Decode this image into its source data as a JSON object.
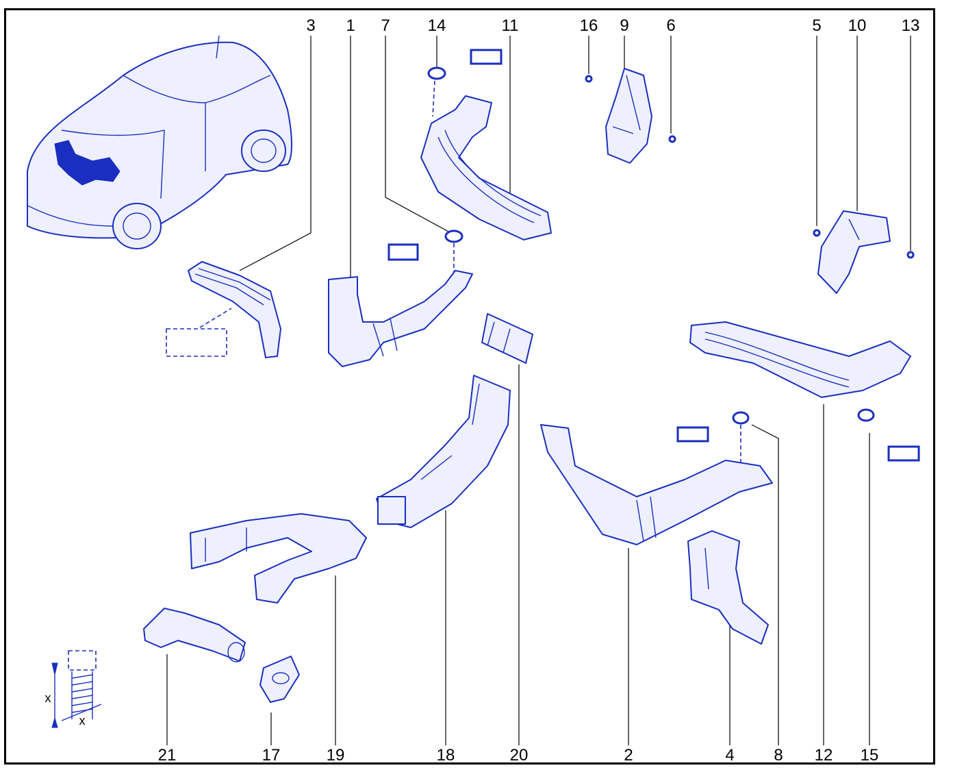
{
  "callouts": {
    "top": [
      "3",
      "1",
      "7",
      "14",
      "11",
      "16",
      "9",
      "6",
      "5",
      "10",
      "13"
    ],
    "bottom": [
      "21",
      "17",
      "19",
      "18",
      "20",
      "2",
      "4",
      "8",
      "12",
      "15"
    ]
  },
  "bolt_detail": {
    "dimension_label_1": "x",
    "dimension_label_2": "x"
  },
  "colors": {
    "line_art": "#1a2ebf",
    "frame": "#000000",
    "background": "#ffffff"
  }
}
